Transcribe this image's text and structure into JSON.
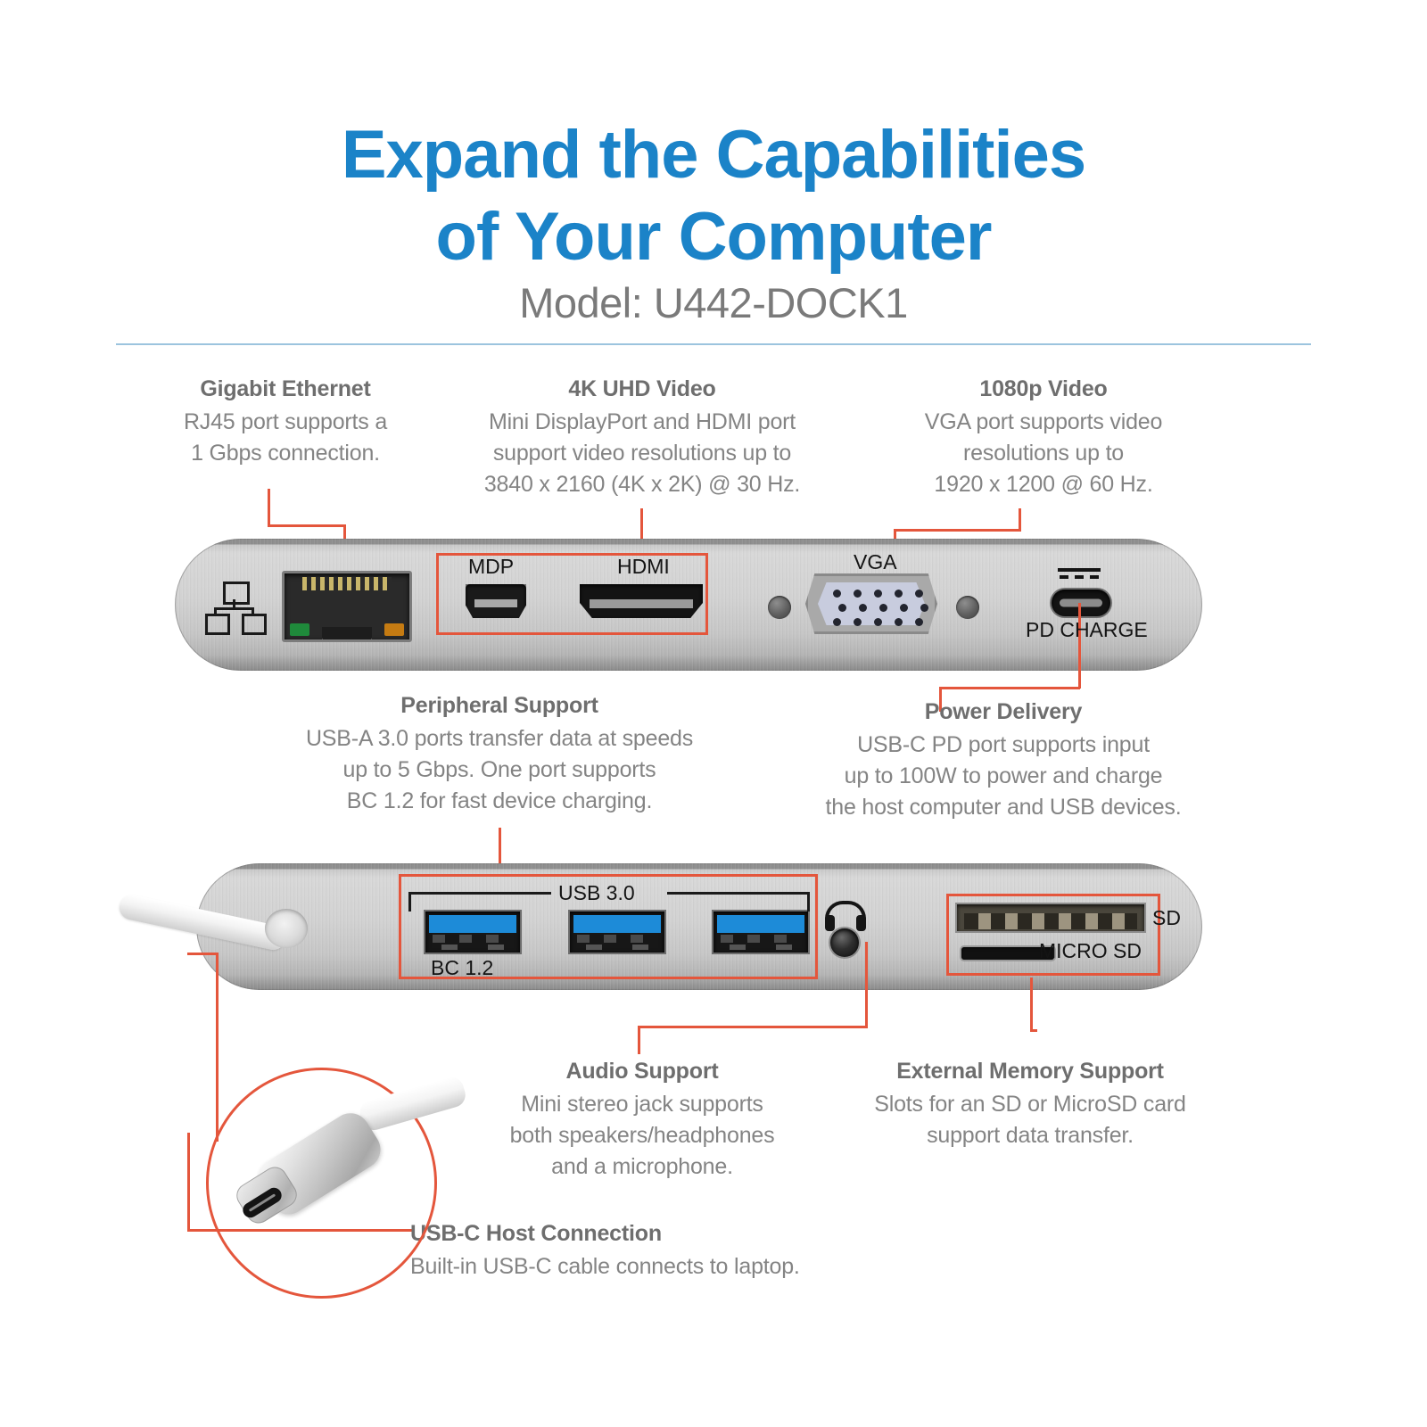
{
  "header": {
    "title_line1": "Expand the Capabilities",
    "title_line2": "of Your Computer",
    "model": "Model: U442-DOCK1",
    "accent_color": "#1B83C8",
    "divider_color": "#9CC4DE"
  },
  "theme": {
    "highlight_color": "#E4563C",
    "heading_color": "#6E6E6E",
    "body_color": "#848484",
    "usb3_blue": "#1D8BD8"
  },
  "callouts": [
    {
      "id": "gigabit-ethernet",
      "heading": "Gigabit Ethernet",
      "lines": [
        "RJ45 port supports a",
        "1 Gbps connection."
      ]
    },
    {
      "id": "4k-uhd-video",
      "heading": "4K UHD Video",
      "lines": [
        "Mini DisplayPort and HDMI port",
        "support video resolutions up to",
        "3840 x 2160 (4K x 2K) @ 30 Hz."
      ]
    },
    {
      "id": "1080p-video",
      "heading": "1080p Video",
      "lines": [
        "VGA port supports video",
        "resolutions up to",
        "1920 x 1200 @ 60 Hz."
      ]
    },
    {
      "id": "peripheral-support",
      "heading": "Peripheral Support",
      "lines": [
        "USB-A 3.0 ports transfer data at speeds",
        "up to 5 Gbps. One port supports",
        "BC 1.2 for fast device charging."
      ]
    },
    {
      "id": "power-delivery",
      "heading": "Power Delivery",
      "lines": [
        "USB-C PD port supports input",
        "up to 100W to power and charge",
        "the host computer and USB devices."
      ]
    },
    {
      "id": "audio-support",
      "heading": "Audio Support",
      "lines": [
        "Mini stereo jack supports",
        "both speakers/headphones",
        "and a microphone."
      ]
    },
    {
      "id": "external-memory-support",
      "heading": "External Memory Support",
      "lines": [
        "Slots for an SD or MicroSD card",
        "support data transfer."
      ]
    },
    {
      "id": "usb-c-host-connection",
      "heading": "USB-C Host Connection",
      "lines": [
        "Built-in USB-C cable connects to laptop."
      ]
    }
  ],
  "device_top": {
    "port_labels": {
      "mdp": "MDP",
      "hdmi": "HDMI",
      "vga": "VGA",
      "pd_charge": "PD CHARGE"
    }
  },
  "device_bottom": {
    "port_labels": {
      "usb3": "USB 3.0",
      "bc12": "BC 1.2",
      "sd": "SD",
      "micro_sd": "MICRO SD"
    }
  }
}
